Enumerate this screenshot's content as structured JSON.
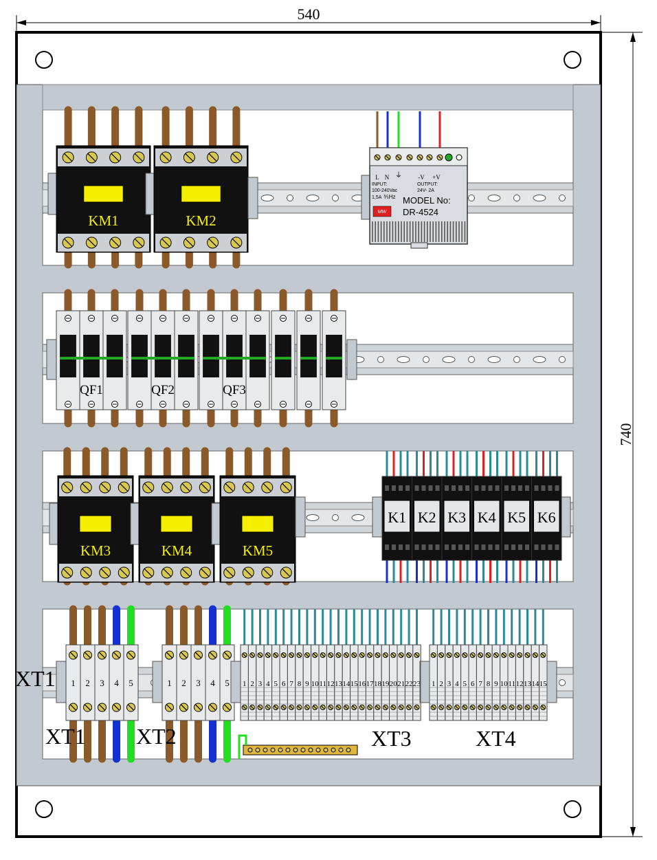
{
  "dimensions": {
    "width_label": "540",
    "height_label": "740"
  },
  "row1": {
    "contactors": [
      "KM1",
      "KM2"
    ],
    "psu": {
      "terminals": [
        "L",
        "N",
        "-V",
        "+V"
      ],
      "input": "INPUT:",
      "input_range": "100-240Vac",
      "input_current": "1,5A",
      "input_hz": "⅗Hz",
      "output": "OUTPUT:",
      "output_value": "24V-  2A",
      "model_label": "MODEL No:",
      "model": "DR-4524",
      "logo": "MW"
    }
  },
  "row2": {
    "breakers": [
      "QF1",
      "QF2",
      "QF3"
    ]
  },
  "row3": {
    "contactors": [
      "KM3",
      "KM4",
      "KM5"
    ],
    "relays": [
      "K1",
      "K2",
      "K3",
      "K4",
      "K5",
      "K6"
    ]
  },
  "row4": {
    "side_label": "XT1",
    "blocks": [
      "XT1",
      "XT2",
      "XT3",
      "XT4"
    ],
    "xt1_numbers": [
      "1",
      "2",
      "3",
      "4",
      "5"
    ],
    "xt2_numbers": [
      "1",
      "2",
      "3",
      "4",
      "5"
    ],
    "xt3_numbers": [
      "1",
      "2",
      "3",
      "4",
      "5",
      "6",
      "7",
      "8",
      "9",
      "10",
      "11",
      "12",
      "13",
      "14",
      "15",
      "16",
      "17",
      "18",
      "19",
      "20",
      "21",
      "22",
      "23"
    ],
    "xt4_numbers": [
      "1",
      "2",
      "3",
      "4",
      "5",
      "6",
      "7",
      "8",
      "9",
      "10",
      "11",
      "12",
      "13",
      "14",
      "15"
    ]
  },
  "colors": {
    "wire_brown": "#8B5A2B",
    "wire_blue": "#1530d0",
    "wire_green": "#22dd22",
    "wire_red": "#e02020",
    "wire_teal": "#2a8a9a",
    "panel": "#c2c9d0",
    "contactor_window": "#f4ee00"
  }
}
